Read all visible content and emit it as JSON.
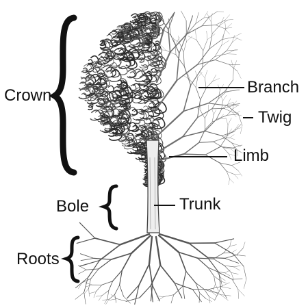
{
  "diagram": {
    "labels": {
      "crown": "Crown",
      "bole": "Bole",
      "roots": "Roots",
      "branch": "Branch",
      "twig": "Twig",
      "limb": "Limb",
      "trunk": "Trunk"
    },
    "colors": {
      "ink": "#111111",
      "foliage_dark": "#2b2b2b",
      "sketch": "#6f6f6f"
    }
  }
}
